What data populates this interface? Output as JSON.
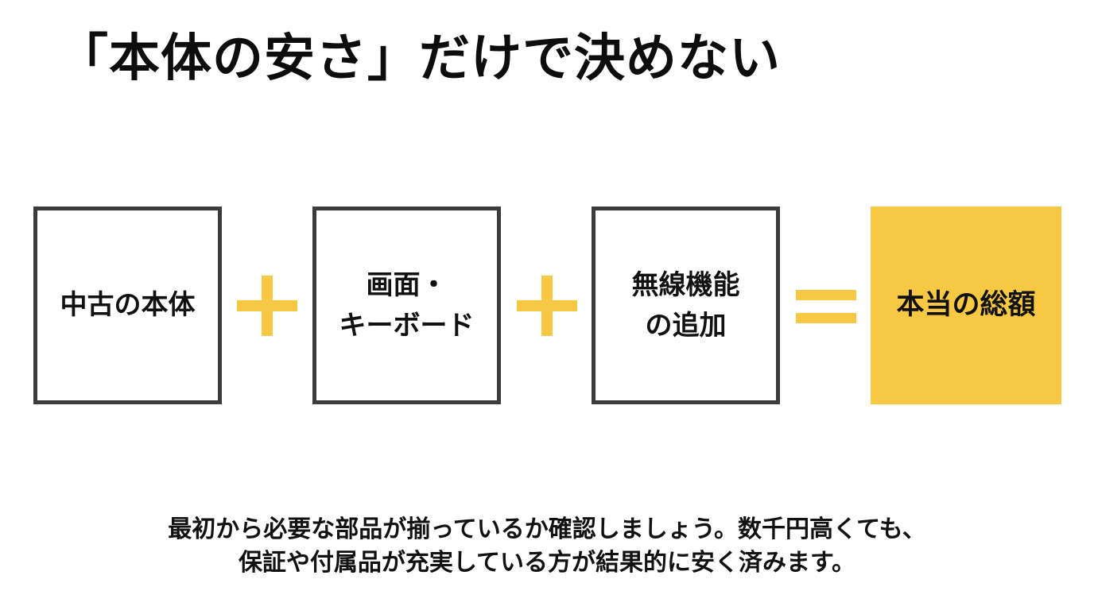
{
  "title": "「本体の安さ」だけで決めない",
  "equation": {
    "items": [
      {
        "label": "中古の本体"
      },
      {
        "label": "画面・\nキーボード"
      },
      {
        "label": "無線機能\nの追加"
      }
    ],
    "result": {
      "label": "本当の総額"
    },
    "operators": [
      "+",
      "+",
      "="
    ],
    "accent_color": "#f7c843",
    "border_color": "#3c3c3c"
  },
  "caption": {
    "line1": "最初から必要な部品が揃っているか確認しましょう。数千円高くても、",
    "line2": "保証や付属品が充実している方が結果的に安く済みます。"
  }
}
